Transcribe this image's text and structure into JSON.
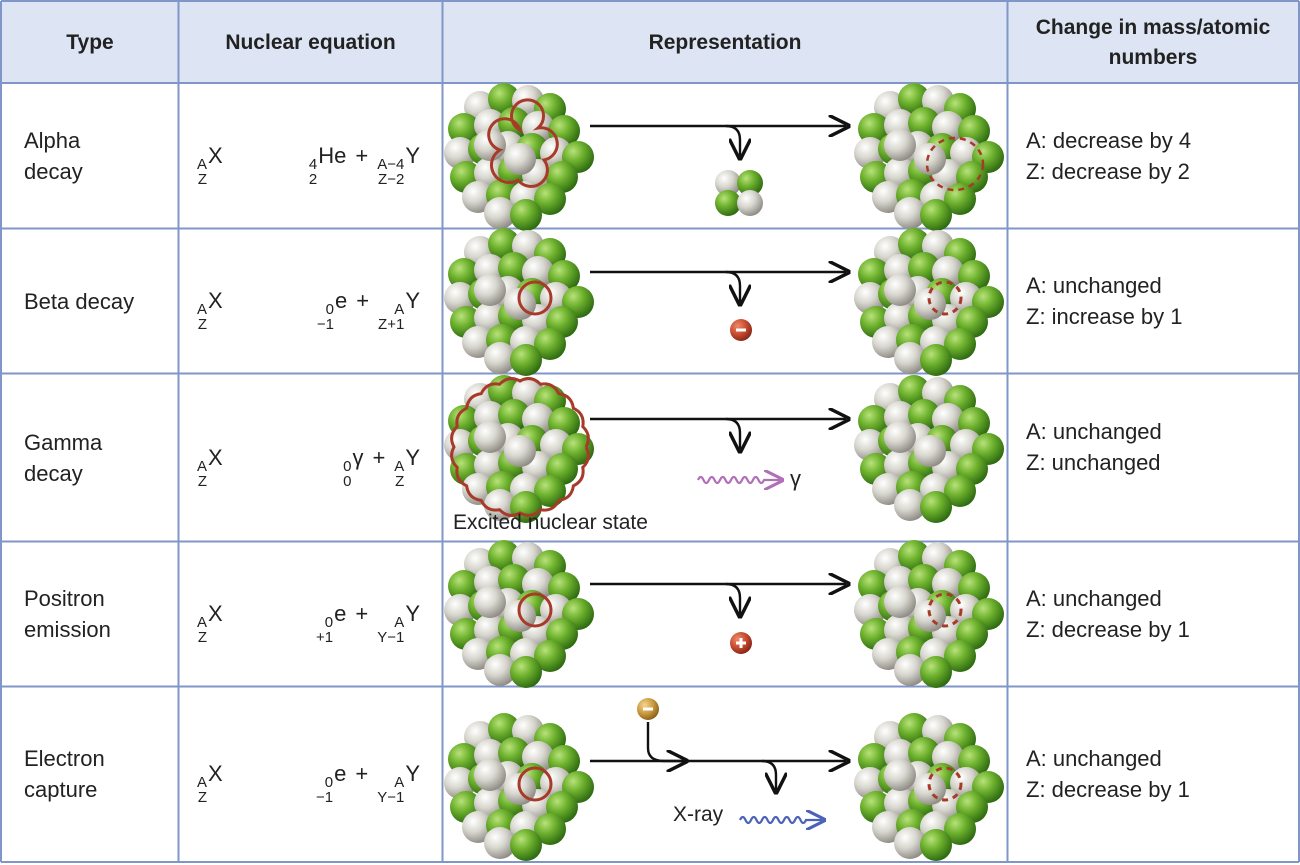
{
  "headers": {
    "type": "Type",
    "equation": "Nuclear equation",
    "representation": "Representation",
    "change": "Change in mass/atomic numbers"
  },
  "rows": [
    {
      "type": "Alpha decay",
      "parent": {
        "A": "A",
        "Z": "Z",
        "sym": "X"
      },
      "emitted": {
        "A": "4",
        "Z": "2",
        "sym": "He"
      },
      "daughter": {
        "A": "A−4",
        "Z": "Z−2",
        "sym": "Y"
      },
      "change_a": "A: decrease by 4",
      "change_z": "Z: decrease by 2"
    },
    {
      "type": "Beta decay",
      "parent": {
        "A": "A",
        "Z": "Z",
        "sym": "X"
      },
      "emitted": {
        "A": "0",
        "Z": "−1",
        "sym": "e"
      },
      "daughter": {
        "A": "A",
        "Z": "Z+1",
        "sym": "Y"
      },
      "change_a": "A: unchanged",
      "change_z": "Z: increase by 1"
    },
    {
      "type": "Gamma decay",
      "parent": {
        "A": "A",
        "Z": "Z",
        "sym": "X"
      },
      "emitted": {
        "A": "0",
        "Z": "0",
        "sym": "γ"
      },
      "daughter": {
        "A": "A",
        "Z": "Z",
        "sym": "Y"
      },
      "change_a": "A: unchanged",
      "change_z": "Z: unchanged",
      "caption": "Excited nuclear state",
      "gamma_label": "γ"
    },
    {
      "type": "Positron emission",
      "parent": {
        "A": "A",
        "Z": "Z",
        "sym": "X"
      },
      "emitted": {
        "A": "0",
        "Z": "+1",
        "sym": "e"
      },
      "daughter": {
        "A": "A",
        "Z": "Y−1",
        "sym": "Y"
      },
      "change_a": "A: unchanged",
      "change_z": "Z: decrease by 1"
    },
    {
      "type": "Electron capture",
      "parent": {
        "A": "A",
        "Z": "Z",
        "sym": "X"
      },
      "emitted": {
        "A": "0",
        "Z": "−1",
        "sym": "e"
      },
      "daughter": {
        "A": "A",
        "Z": "Y−1",
        "sym": "Y"
      },
      "change_a": "A: unchanged",
      "change_z": "Z: decrease by 1",
      "caption": "X-ray"
    }
  ],
  "colors": {
    "header_bg": "#dde4f4",
    "border": "#8096c8",
    "proton": "#5a9a2a",
    "neutron": "#c9c8c0",
    "highlight": "#a83a2a",
    "gamma_wave": "#b070b8",
    "xray_wave": "#4a62b8",
    "electron_in": "#b88a35"
  },
  "icons": [
    "nucleus-icon",
    "alpha-particle-icon",
    "electron-icon",
    "positron-icon",
    "gamma-wave-icon",
    "xray-wave-icon",
    "arrow-icon"
  ]
}
